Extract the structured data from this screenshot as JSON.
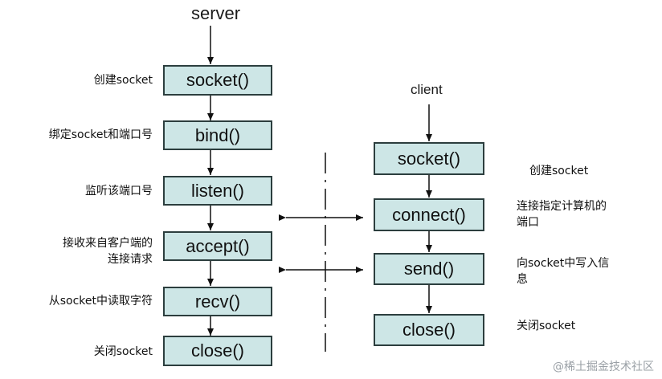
{
  "server": {
    "title": "server",
    "steps": [
      {
        "call": "socket()",
        "note": "创建socket"
      },
      {
        "call": "bind()",
        "note": "绑定socket和端口号"
      },
      {
        "call": "listen()",
        "note": "监听该端口号"
      },
      {
        "call": "accept()",
        "note": "接收来自客户端的\n连接请求"
      },
      {
        "call": "recv()",
        "note": "从socket中读取字符"
      },
      {
        "call": "close()",
        "note": "关闭socket"
      }
    ]
  },
  "client": {
    "title": "client",
    "steps": [
      {
        "call": "socket()",
        "note": "创建socket"
      },
      {
        "call": "connect()",
        "note": "连接指定计算机的\n端口"
      },
      {
        "call": "send()",
        "note": "向socket中写入信\n息"
      },
      {
        "call": "close()",
        "note": "关闭socket"
      }
    ]
  },
  "watermark": "@稀土掘金技术社区"
}
